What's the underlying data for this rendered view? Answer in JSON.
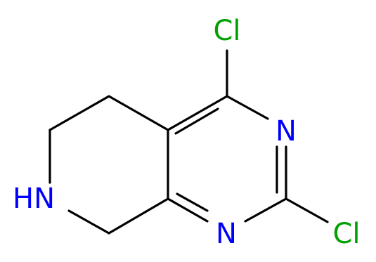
{
  "atoms": {
    "cl_top": {
      "text": "Cl",
      "color": "#00a000"
    },
    "n_right": {
      "text": "N",
      "color": "#0000ff"
    },
    "cl_bottom": {
      "text": "Cl",
      "color": "#00a000"
    },
    "n_bottom": {
      "text": "N",
      "color": "#0000ff"
    },
    "nh_left": {
      "text": "HN",
      "color": "#0000ff"
    }
  },
  "colors": {
    "bond": "#000000"
  }
}
